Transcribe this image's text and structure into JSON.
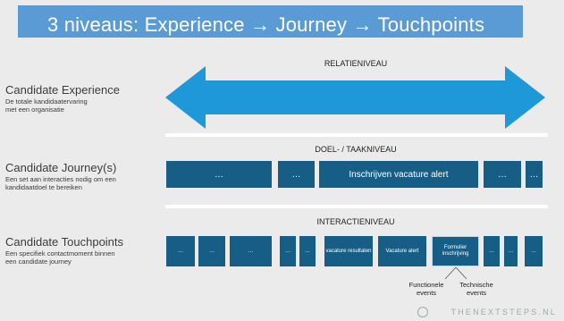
{
  "title": "3 niveaus: Experience → Journey → Touchpoints",
  "colors": {
    "title_bg": "#5b9bd5",
    "arrow": "#1e98d8",
    "box": "#175e86",
    "background": "#ebebeb"
  },
  "experience": {
    "level_label": "RELATIENIVEAU",
    "heading": "Candidate Experience",
    "description": "De totale kandidaatervaring met een organisatie"
  },
  "journey": {
    "level_label": "DOEL- / TAAKNIVEAU",
    "heading": "Candidate Journey(s)",
    "description": "Een set aan interacties nodig om een kandidaatdoel te bereiken",
    "boxes": [
      "…",
      "…",
      "Inschrijven vacature alert",
      "…",
      "…"
    ]
  },
  "touchpoints": {
    "level_label": "INTERACTIENIVEAU",
    "heading": "Candidate Touchpoints",
    "description": "Een specifiek contactmoment binnen een candidate journey",
    "boxes": [
      "…",
      "…",
      "…",
      "…",
      "…",
      "vacature resultaten",
      "Vacature alert",
      "Formulier inschrijving",
      "…",
      "…",
      "…"
    ],
    "annotations": [
      "Functionele events",
      "Technische events"
    ]
  },
  "footer": "THENEXTSTEPS.NL"
}
